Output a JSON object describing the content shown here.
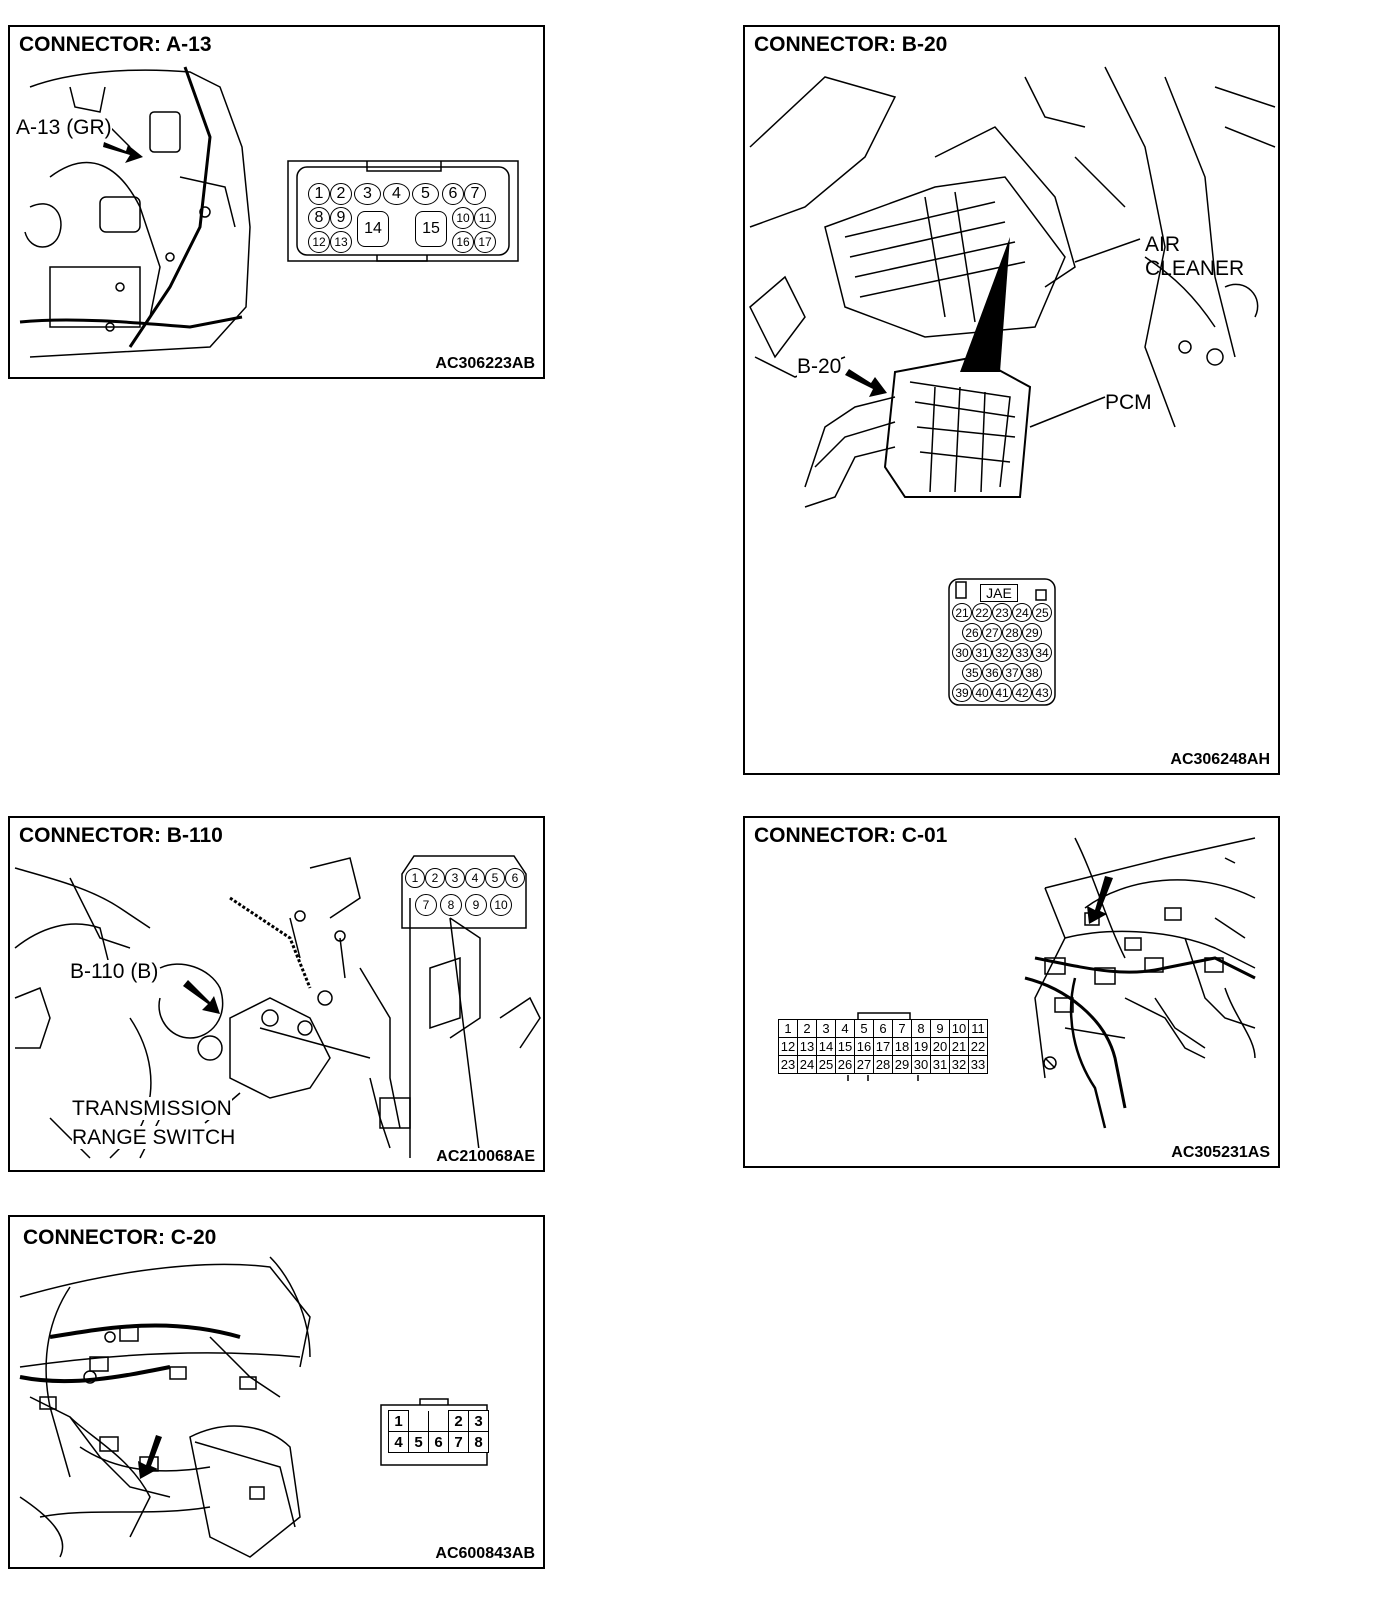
{
  "panels": {
    "a13": {
      "title": "CONNECTOR: A-13",
      "code": "AC306223AB",
      "callout": "A-13 (GR)",
      "pins": [
        "1",
        "2",
        "3",
        "4",
        "5",
        "6",
        "7",
        "8",
        "9",
        "14",
        "15",
        "10",
        "11",
        "12",
        "13",
        "16",
        "17"
      ]
    },
    "b20": {
      "title": "CONNECTOR: B-20",
      "code": "AC306248AH",
      "callout": "B-20",
      "air_cleaner_line1": "AIR",
      "air_cleaner_line2": "CLEANER",
      "pcm": "PCM",
      "maker": "JAE",
      "pins": [
        "21",
        "22",
        "23",
        "24",
        "25",
        "26",
        "27",
        "28",
        "29",
        "30",
        "31",
        "32",
        "33",
        "34",
        "35",
        "36",
        "37",
        "38",
        "39",
        "40",
        "41",
        "42",
        "43"
      ]
    },
    "b110": {
      "title": "CONNECTOR: B-110",
      "code": "AC210068AE",
      "callout": "B-110 (B)",
      "switch_line1": "TRANSMISSION",
      "switch_line2": "RANGE SWITCH",
      "pins": [
        "1",
        "2",
        "3",
        "4",
        "5",
        "6",
        "7",
        "8",
        "9",
        "10"
      ]
    },
    "c01": {
      "title": "CONNECTOR: C-01",
      "code": "AC305231AS",
      "rows": [
        [
          "1",
          "2",
          "3",
          "4",
          "5",
          "6",
          "7",
          "8",
          "9",
          "10",
          "11"
        ],
        [
          "12",
          "13",
          "14",
          "15",
          "16",
          "17",
          "18",
          "19",
          "20",
          "21",
          "22"
        ],
        [
          "23",
          "24",
          "25",
          "26",
          "27",
          "28",
          "29",
          "30",
          "31",
          "32",
          "33"
        ]
      ]
    },
    "c20": {
      "title": "CONNECTOR: C-20",
      "code": "AC600843AB",
      "rows": [
        [
          "1",
          "",
          "",
          "2",
          "3"
        ],
        [
          "4",
          "5",
          "6",
          "7",
          "8"
        ]
      ]
    }
  }
}
